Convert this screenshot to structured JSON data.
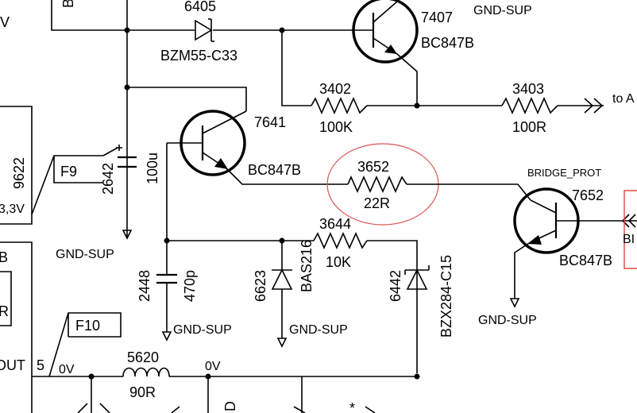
{
  "fragments": {
    "top_left_b": "B",
    "v_left": "V",
    "v33": "3,3V",
    "out": "OUT",
    "pin5": "5",
    "b_mid": "B",
    "r_mid": "R",
    "d_bottom": "D",
    "star": "*",
    "to_a": "to A",
    "bi": "BI"
  },
  "components": {
    "d6405": {
      "ref": "6405",
      "part": "BZM55-C33"
    },
    "q7407": {
      "ref": "7407",
      "part": "BC847B"
    },
    "r3402": {
      "ref": "3402",
      "value": "100K"
    },
    "r3403": {
      "ref": "3403",
      "value": "100R"
    },
    "q7641": {
      "ref": "7641",
      "part": "BC847B"
    },
    "c2642": {
      "ref": "2642",
      "value": "100u"
    },
    "r9622": {
      "ref": "9622"
    },
    "r3652": {
      "ref": "3652",
      "value": "22R"
    },
    "q7652": {
      "ref": "7652",
      "part": "BC847B",
      "net": "BRIDGE_PROT"
    },
    "r3644": {
      "ref": "3644",
      "value": "10K"
    },
    "c2448": {
      "ref": "2448",
      "value": "470p"
    },
    "d6623": {
      "ref": "6623",
      "part": "BAS216"
    },
    "d6442": {
      "ref": "6442",
      "part": "BZX284-C15"
    },
    "l5620": {
      "ref": "5620",
      "value": "90R"
    }
  },
  "flags": {
    "f9": "F9",
    "f10": "F10"
  },
  "nets": {
    "gnd_sup": "GND-SUP",
    "zero_v": "0V"
  },
  "highlight_color": "#d9534f"
}
